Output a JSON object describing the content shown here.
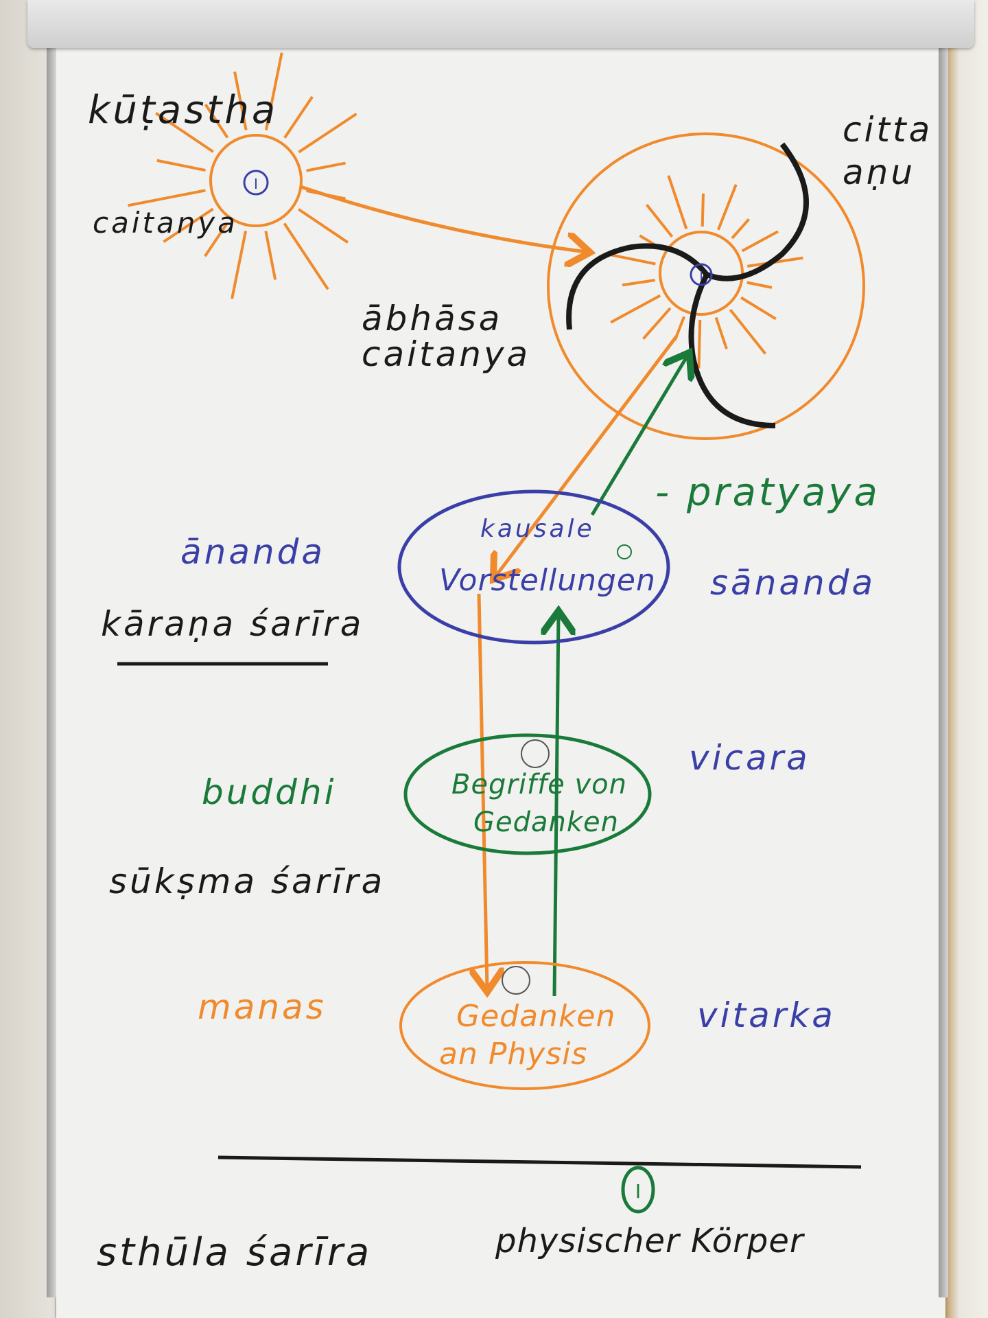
{
  "colors": {
    "black": "#1a1a1a",
    "orange": "#f08a2c",
    "green": "#1a7a3a",
    "blue": "#3a3fa8"
  },
  "top_left": {
    "title": "kūṭastha",
    "subtitle": "caitanya"
  },
  "top_right": {
    "line1": "citta",
    "line2": "aṇu"
  },
  "reflection": {
    "line1": "ābhāsa",
    "line2": "caitanya"
  },
  "pratyaya": "- pratyaya",
  "karana": {
    "left_label": "ānanda",
    "body_label": "kāraṇa śarīra",
    "node_line1": "kausale",
    "node_line2": "Vorstellungen",
    "right_label": "sānanda"
  },
  "suksma": {
    "left_label": "buddhi",
    "body_label": "sūkṣma śarīra",
    "node_line1": "Begriffe von",
    "node_line2": "Gedanken",
    "right_label": "vicara"
  },
  "manas": {
    "left_label": "manas",
    "node_line1": "Gedanken",
    "node_line2": "an Physis",
    "right_label": "vitarka"
  },
  "sthula": {
    "body_label": "sthūla śarīra",
    "right_label": "physischer Körper"
  },
  "self_symbol": "I"
}
